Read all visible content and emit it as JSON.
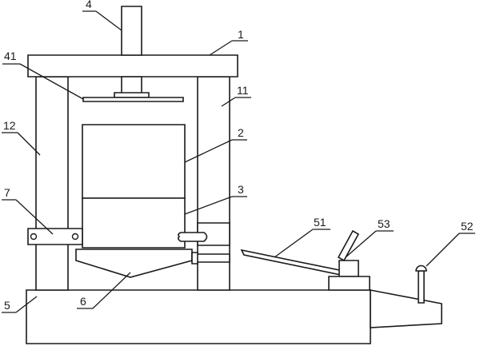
{
  "labels": {
    "base": "5",
    "top_plate": "1",
    "press_rod": "4",
    "press_plate": "41",
    "right_column": "11",
    "left_column": "12",
    "mold_body": "2",
    "mold_lower": "3",
    "clamp": "7",
    "hopper": "6",
    "handle_lever": "51",
    "lever_pivot": "53",
    "knob": "52"
  },
  "colors": {
    "line": "#1a1a1a",
    "background": "#ffffff"
  }
}
